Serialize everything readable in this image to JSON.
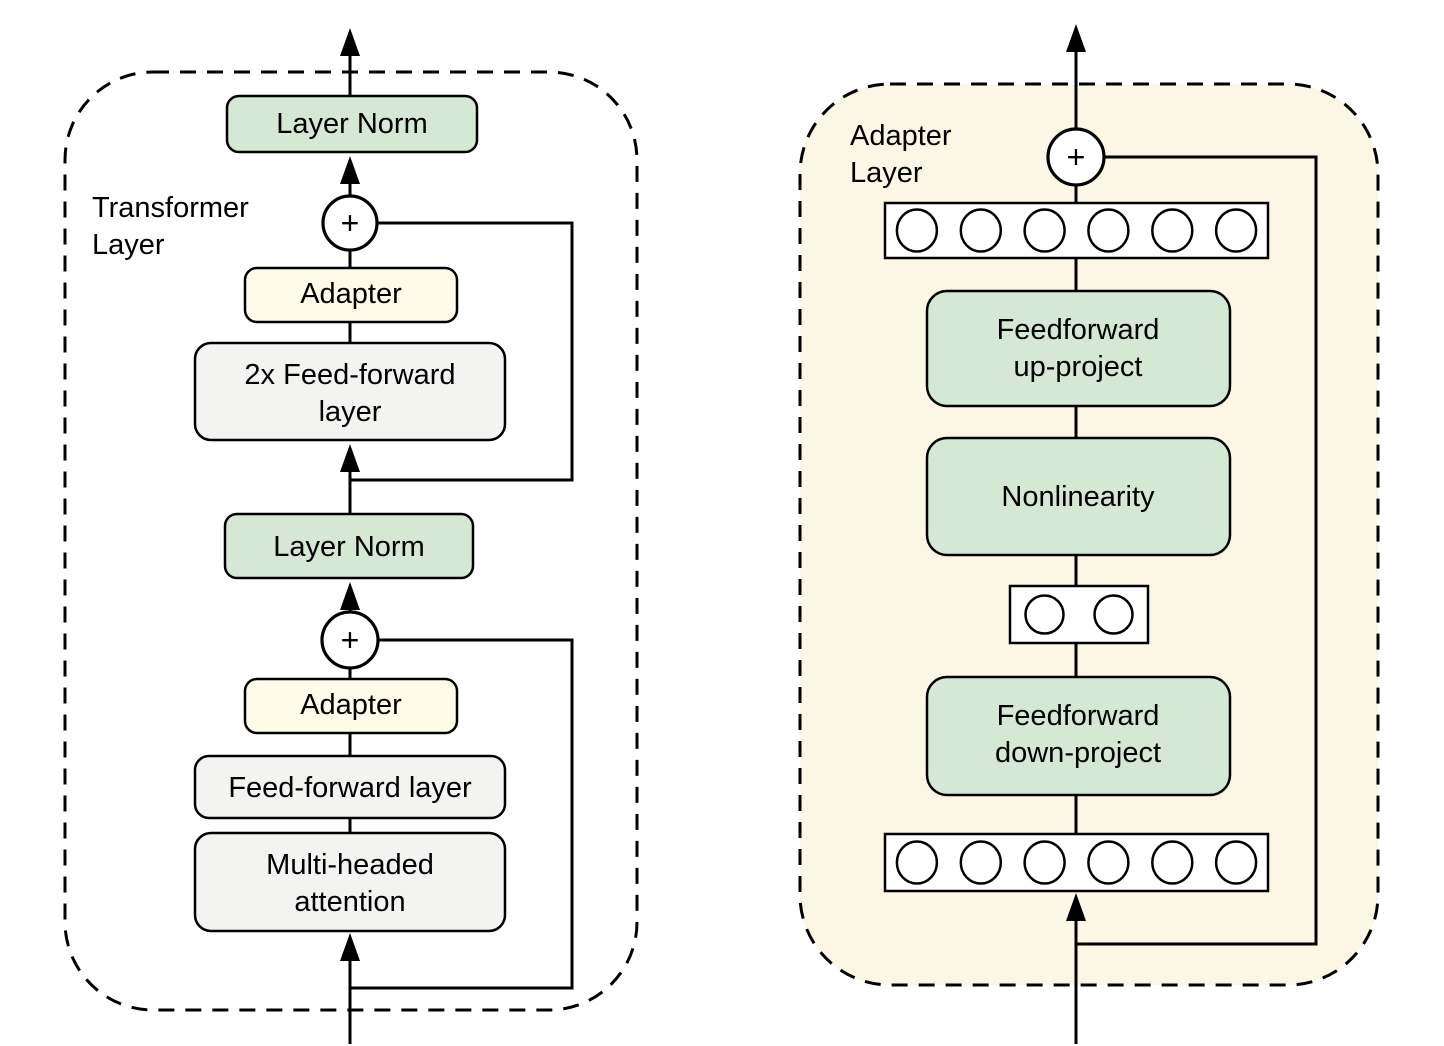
{
  "colors": {
    "green": "#d5e8d4",
    "gray": "#f3f3f2",
    "adapter_cream": "#fefce8",
    "container_cream": "#fbf7e4",
    "node_white": "#ffffff",
    "stroke": "#000000"
  },
  "left_diagram": {
    "label": {
      "line1": "Transformer",
      "line2": "Layer"
    },
    "plus": "+",
    "layer_norm_top": "Layer Norm",
    "adapter_top": "Adapter",
    "ff2x": {
      "line1": "2x Feed-forward",
      "line2": "layer"
    },
    "layer_norm_mid": "Layer Norm",
    "adapter_bottom": "Adapter",
    "ff_layer": "Feed-forward layer",
    "mha": {
      "line1": "Multi-headed",
      "line2": "attention"
    }
  },
  "right_diagram": {
    "label": {
      "line1": "Adapter",
      "line2": "Layer"
    },
    "plus": "+",
    "up_project": {
      "line1": "Feedforward",
      "line2": "up-project"
    },
    "nonlinearity": "Nonlinearity",
    "down_project": {
      "line1": "Feedforward",
      "line2": "down-project"
    },
    "rows": {
      "top_count": 6,
      "bottleneck_count": 2,
      "bottom_count": 6
    }
  }
}
